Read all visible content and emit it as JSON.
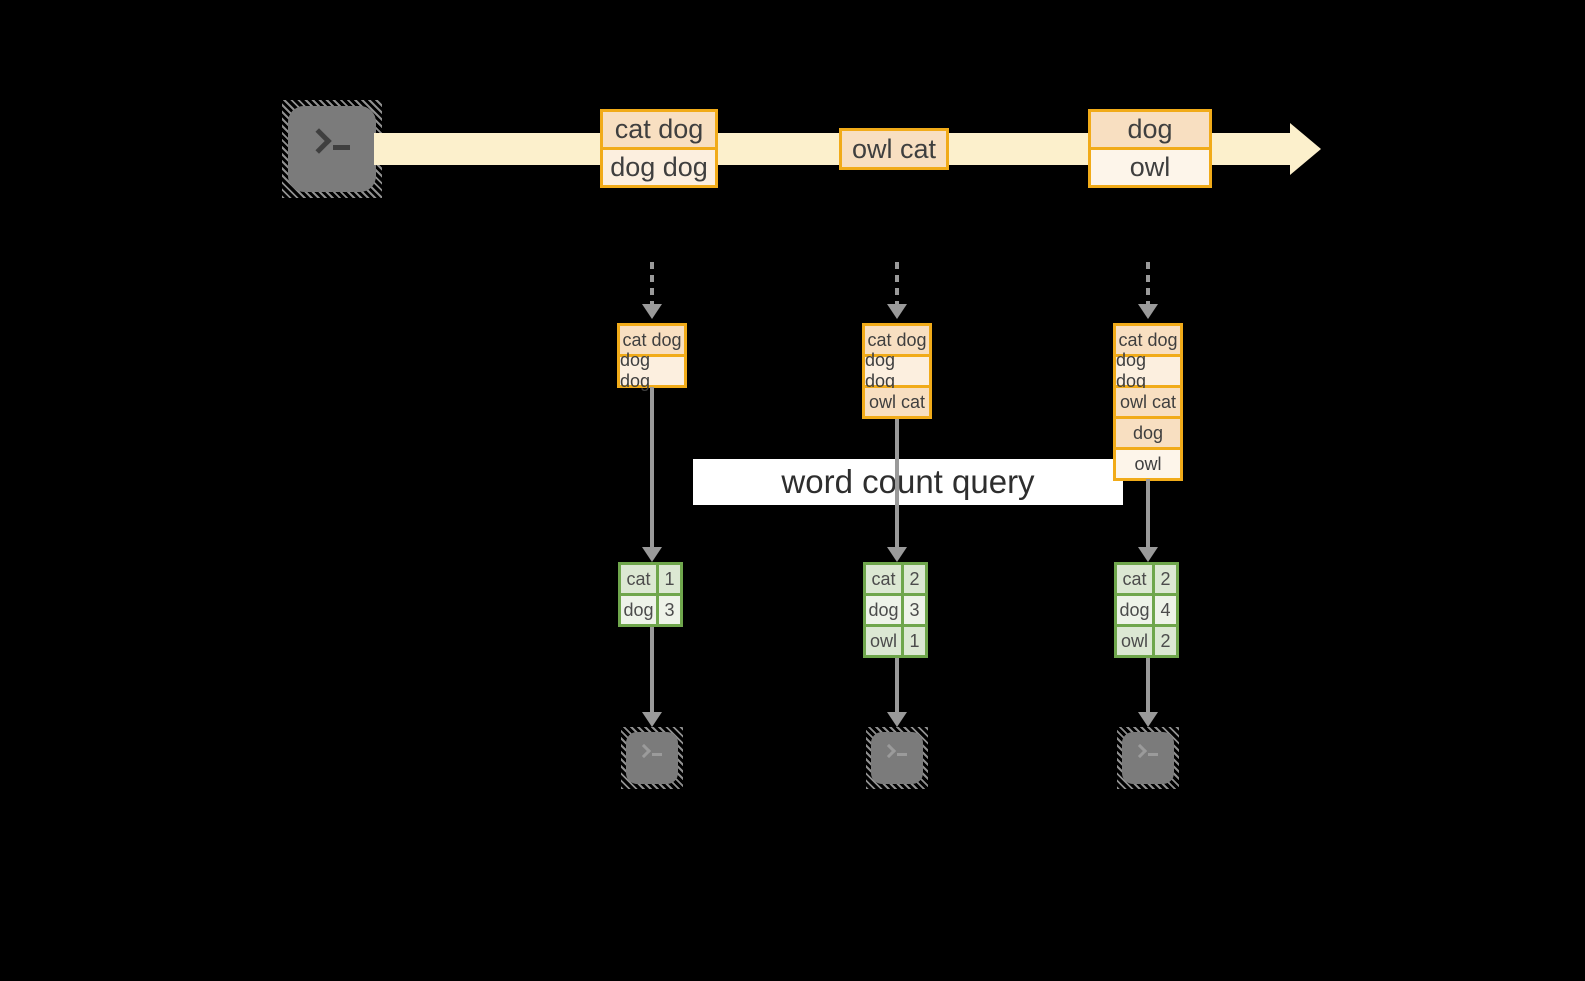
{
  "stream": {
    "batches": [
      [
        "cat dog",
        "dog dog"
      ],
      [
        "owl cat"
      ],
      [
        "dog",
        "owl"
      ]
    ]
  },
  "query_label": "word count query",
  "columns": [
    {
      "stack": [
        "cat dog",
        "dog dog"
      ],
      "table": [
        {
          "word": "cat",
          "count": "1"
        },
        {
          "word": "dog",
          "count": "3"
        }
      ]
    },
    {
      "stack": [
        "cat dog",
        "dog dog",
        "owl cat"
      ],
      "table": [
        {
          "word": "cat",
          "count": "2"
        },
        {
          "word": "dog",
          "count": "3"
        },
        {
          "word": "owl",
          "count": "1"
        }
      ]
    },
    {
      "stack": [
        "cat dog",
        "dog dog",
        "owl cat",
        "dog",
        "owl"
      ],
      "table": [
        {
          "word": "cat",
          "count": "2"
        },
        {
          "word": "dog",
          "count": "4"
        },
        {
          "word": "owl",
          "count": "2"
        }
      ]
    }
  ],
  "icons": {
    "source": "terminal-icon",
    "sink": "terminal-icon",
    "stream_arrow": "arrow-right-icon",
    "flow_arrow": "arrow-down-icon"
  },
  "colors": {
    "background": "#000000",
    "stream_band": "#fcf0cc",
    "box_border": "#f1ab19",
    "box_fill_dark": "#f8dfc1",
    "box_fill_light": "#fcefdf",
    "box_fill_lighter": "#fdf5ea",
    "table_border": "#6fa64c",
    "table_fill_dark": "#dce8d3",
    "table_fill_light": "#eef3e9",
    "arrow_gray": "#9a9a9a",
    "terminal_gray": "#7b7b7b",
    "query_bg": "#ffffff"
  }
}
